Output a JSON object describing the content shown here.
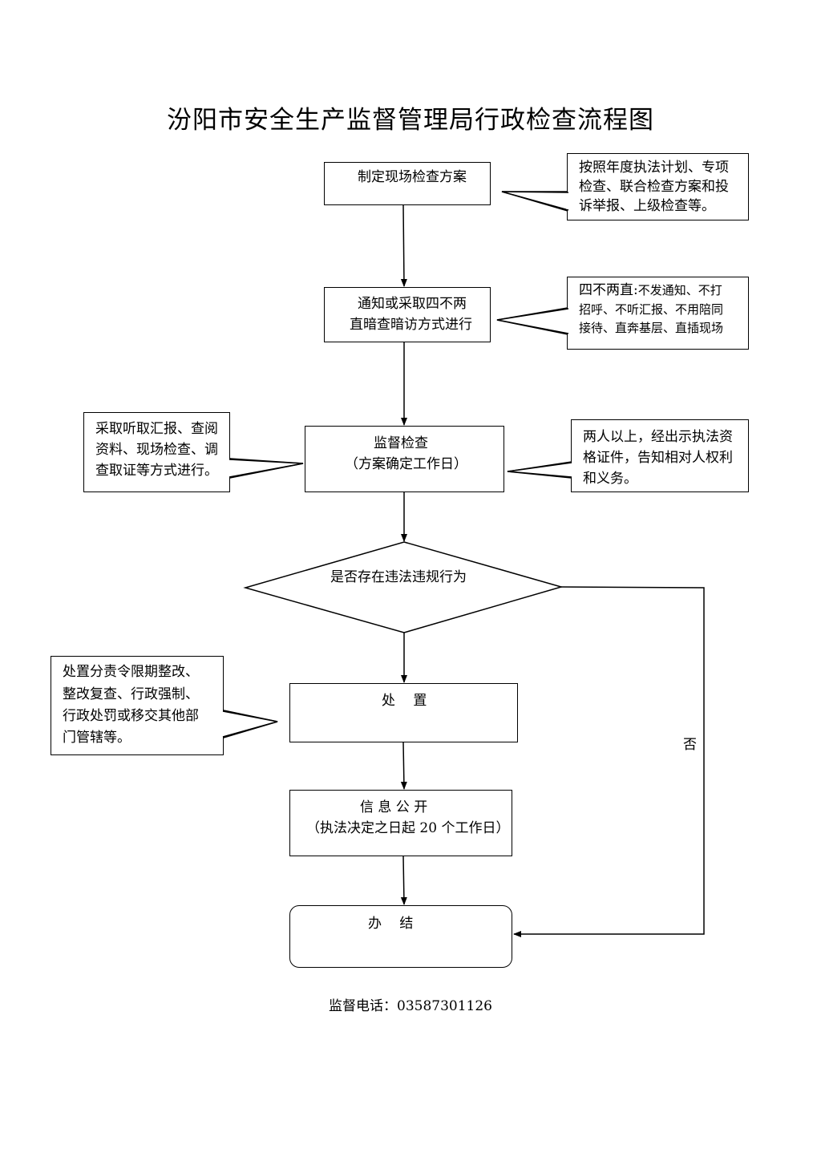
{
  "title": "汾阳市安全生产监督管理局行政检查流程图",
  "steps": {
    "plan": "制定现场检查方案",
    "notify_line1": "通知或采取四不两",
    "notify_line2": "直暗查暗访方式进行",
    "inspect_line1": "监督检查",
    "inspect_line2": "（方案确定工作日）",
    "decision": "是否存在违法违规行为",
    "dispose": "处　 置",
    "publish_line1": "信 息 公 开",
    "publish_line2": "（执法决定之日起 20 个工作日）",
    "finish": "办　 结"
  },
  "branch_no": "否",
  "notes": {
    "plan_line1": "按照年度执法计划、专项",
    "plan_line2": "检查、联合检查方案和投",
    "plan_line3": "诉举报、上级检查等。",
    "four_title": "四不两直:",
    "four_line1": "不发通知、不打",
    "four_line2": "招呼、不听汇报、不用陪同",
    "four_line3": "接待、直奔基层、直插现场",
    "methods_line1": "采取听取汇报、查阅",
    "methods_line2": "资料、现场检查、调",
    "methods_line3": "查取证等方式进行。",
    "people_line1": "两人以上，经出示执法资",
    "people_line2": "格证件，告知相对人权利",
    "people_line3": "和义务。",
    "dispose_line1": "处置分责令限期整改、",
    "dispose_line2": "整改复查、行政强制、",
    "dispose_line3": "行政处罚或移交其他部",
    "dispose_line4": "门管辖等。"
  },
  "footer": "监督电话：03587301126"
}
